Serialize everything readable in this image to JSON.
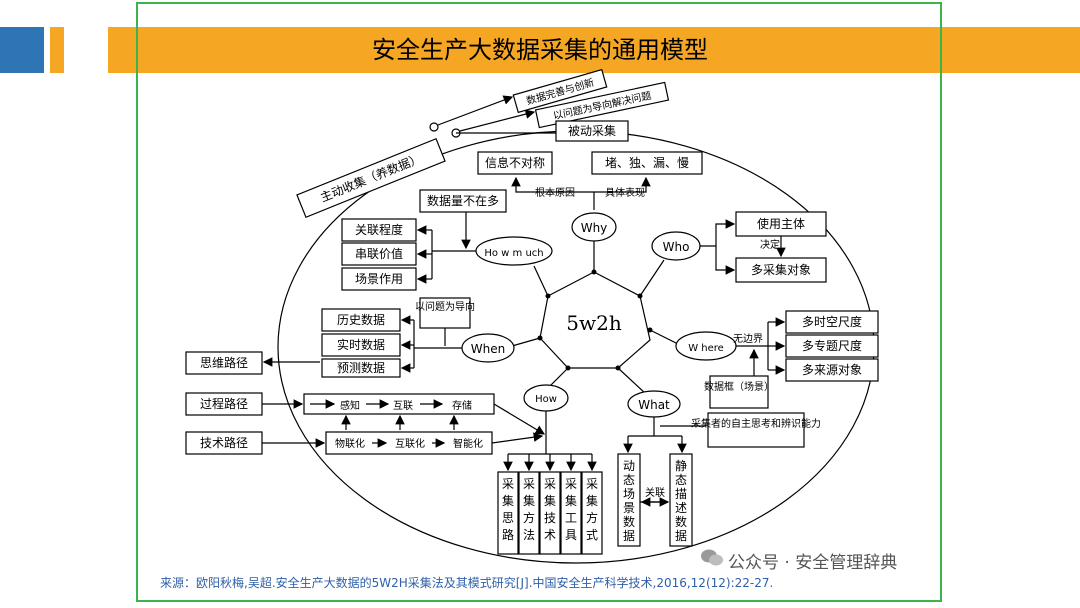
{
  "slide": {
    "title": "安全生产大数据采集的通用模型",
    "source": "来源：欧阳秋梅,吴超.安全生产大数据的5W2H采集法及其模式研究[J].中国安全生产科学技术,2016,12(12):22-27.",
    "watermark": "公众号 · 安全管理辞典"
  },
  "diagram": {
    "center": "5w2h",
    "nodes": {
      "why": "Why",
      "who": "Who",
      "where": "W here",
      "what": "What",
      "how": "How",
      "when": "When",
      "howmuch": "Ho w m uch"
    },
    "active": "主动收集（养数据）",
    "passive": "被动采集",
    "top_notes": [
      "数据完善与创新",
      "以问题为导向解决问题"
    ],
    "why_boxes": [
      "信息不对称",
      "堵、独、漏、慢"
    ],
    "why_labels": [
      "根本原因",
      "具体表现"
    ],
    "who_boxes": [
      "使用主体",
      "多采集对象"
    ],
    "who_label": "决定",
    "howmuch_note": "数据量不在多",
    "howmuch_boxes": [
      "关联程度",
      "串联价值",
      "场景作用"
    ],
    "when_note": "以问题为导向",
    "when_boxes": [
      "历史数据",
      "实时数据",
      "预测数据"
    ],
    "where_label": "无边界",
    "where_boxes": [
      "多时空尺度",
      "多专题尺度",
      "多来源对象"
    ],
    "where_frame": "数据框（场景）",
    "what_note": "采集者的自主思考和辨识能力",
    "what_vertical": [
      "动态场景数据",
      "静态描述数据"
    ],
    "what_link": "关联",
    "paths": [
      "思维路径",
      "过程路径",
      "技术路径"
    ],
    "process_steps": [
      "感知",
      "互联",
      "存储"
    ],
    "tech_steps": [
      "物联化",
      "互联化",
      "智能化"
    ],
    "how_vertical": [
      "采集思路",
      "采集方法",
      "采集技术",
      "采集工具",
      "采集方式"
    ]
  }
}
